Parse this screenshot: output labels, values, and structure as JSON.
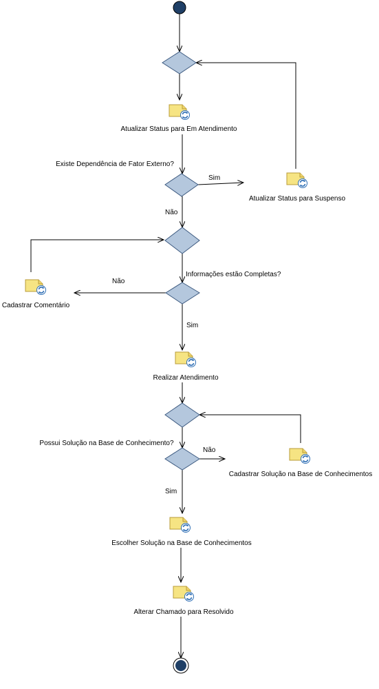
{
  "colors": {
    "node_fill": "#1f3f66",
    "node_stroke": "#000000",
    "diamond_fill": "#b4c7dd",
    "diamond_stroke": "#3d5a80",
    "line": "#000000",
    "activity_icon_fill": "#f6e483",
    "activity_icon_stroke": "#b89b3a",
    "activity_icon_badge": "#2f6fb5",
    "background": "#ffffff"
  },
  "icons": {
    "start": "start-node",
    "end": "end-node",
    "activity": "activity-icon",
    "decision": "decision-diamond"
  },
  "activities": {
    "atualizar_em_atendimento": "Atualizar Status para Em Atendimento",
    "atualizar_suspenso": "Atualizar Status para Suspenso",
    "cadastrar_comentario": "Cadastrar Comentário",
    "realizar_atendimento": "Realizar Atendimento",
    "cadastrar_solucao": "Cadastrar Solução na Base de Conhecimentos",
    "escolher_solucao": "Escolher Solução na Base de Conhecimentos",
    "alterar_resolvido": "Alterar Chamado para Resolvido"
  },
  "decisions": {
    "dependencia": "Existe Dependência de Fator Externo?",
    "informacoes": "Informações estão Completas?",
    "solucao": "Possui Solução na Base de Conhecimento?"
  },
  "guards": {
    "dep_sim": "Sim",
    "dep_nao": "Não",
    "info_nao": "Não",
    "info_sim": "Sim",
    "sol_nao": "Não",
    "sol_sim": "Sim"
  }
}
